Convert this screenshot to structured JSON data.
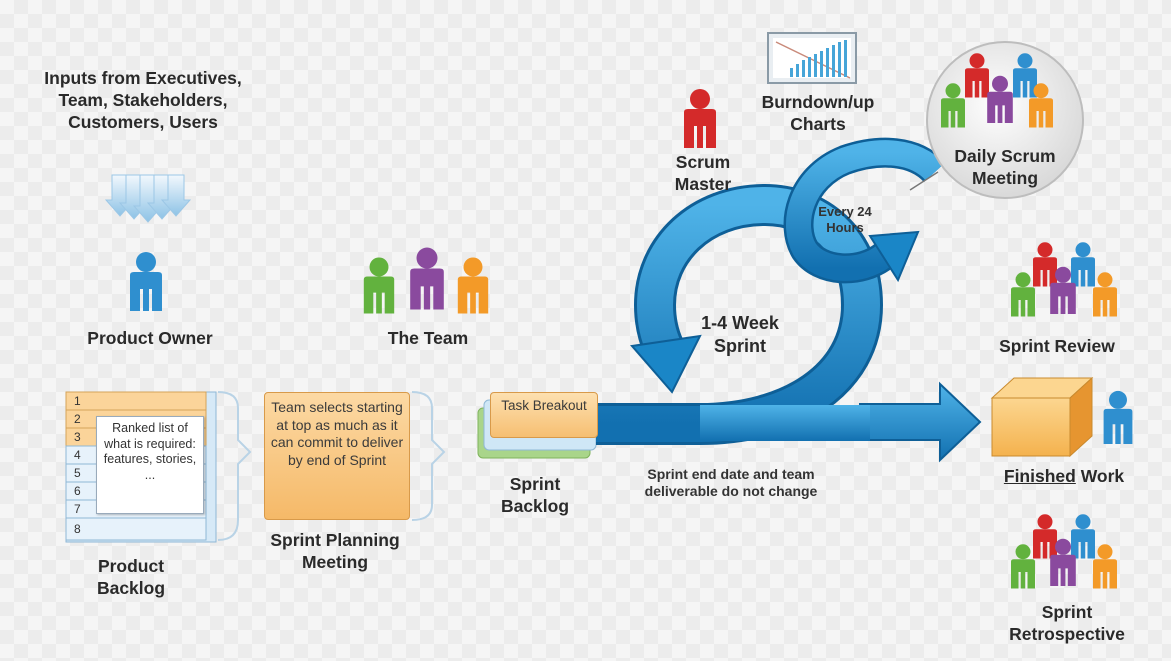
{
  "inputs_label": "Inputs from Executives, Team, Stakeholders, Customers, Users",
  "product_owner": "Product Owner",
  "the_team": "The Team",
  "product_backlog": {
    "rows": [
      "1",
      "2",
      "3",
      "4",
      "5",
      "6",
      "7",
      "8"
    ],
    "card_text": "Ranked list of what is required: features, stories, ...",
    "label": "Product Backlog"
  },
  "sprint_planning": {
    "box_text": "Team selects starting at top as much as it can commit to deliver by end of Sprint",
    "label": "Sprint Planning Meeting"
  },
  "sprint_backlog": {
    "task_text": "Task Breakout",
    "label": "Sprint Backlog"
  },
  "scrum_master": "Scrum Master",
  "burndown": "Burndown/up Charts",
  "daily_scrum": "Daily Scrum Meeting",
  "every_24": "Every 24 Hours",
  "sprint_cycle": "1-4 Week Sprint",
  "sprint_end_note": "Sprint end date and team deliverable do not change",
  "sprint_review": "Sprint Review",
  "finished_work": {
    "underlined": "Finished",
    "rest": " Work"
  },
  "sprint_retrospective": "Sprint Retrospective",
  "colors": {
    "arrow_blue": "#1a86c7",
    "orange": "#f39a28",
    "green": "#62b23e",
    "purple": "#8a4a9e",
    "red": "#d42a2a",
    "blue_person": "#2f8fcf",
    "box_orange": "#f6c077"
  }
}
